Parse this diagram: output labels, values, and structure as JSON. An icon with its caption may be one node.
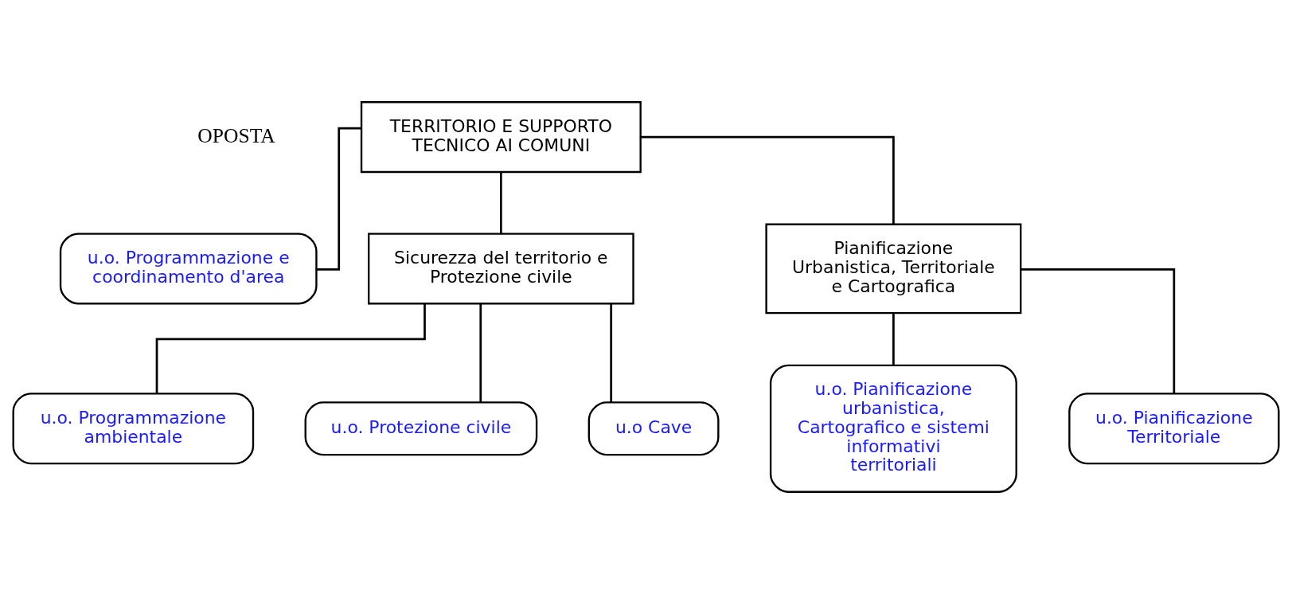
{
  "diagram": {
    "nodes": [
      {
        "text": [
          "TERRITORIO E SUPPORTO TECNICO AI COMUNI"
        ]
      },
      {
        "text": [
          "u.o. Programmazione e coordinamento d'area"
        ]
      },
      {
        "text": [
          "Sicurezza del territorio e Protezione civile"
        ]
      },
      {
        "text": [
          "Pianificazione Urbanistica, Territoriale e Cartografica"
        ]
      },
      {
        "text": [
          "u.o. Programmazione ambientale"
        ]
      },
      {
        "text": [
          "u.o. Protezione civile"
        ]
      },
      {
        "text": [
          "u.o Cave"
        ]
      },
      {
        "text": [
          "u.o. Pianificazione urbanistica, Cartografico e sistemi informativi territoriali"
        ]
      },
      {
        "text": [
          "u.o. Pianificazione Territoriale"
        ]
      }
    ],
    "edges": [
      {
        "from": 0,
        "to": 1,
        "arrow": "none"
      },
      {
        "from": 0,
        "to": 2,
        "arrow": "none"
      },
      {
        "from": 0,
        "to": 3,
        "arrow": "none"
      },
      {
        "from": 2,
        "to": 4,
        "arrow": "none"
      },
      {
        "from": 2,
        "to": 5,
        "arrow": "none"
      },
      {
        "from": 2,
        "to": 6,
        "arrow": "none"
      },
      {
        "from": 3,
        "to": 7,
        "arrow": "none"
      },
      {
        "from": 3,
        "to": 8,
        "arrow": "none"
      }
    ],
    "labels": [
      "OPOSTA"
    ]
  }
}
